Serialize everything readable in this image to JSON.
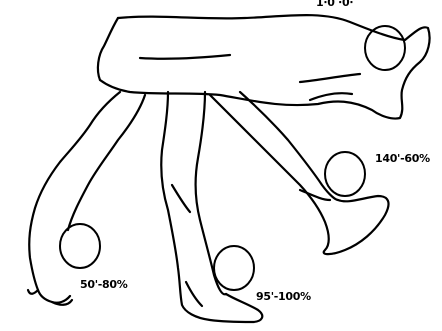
{
  "labels": {
    "top_partial": "1∙0 ∙0∙",
    "label_140": "140'-60%",
    "label_50": "50'-80%",
    "label_95": "95'-100%"
  },
  "colors": {
    "ink": "#000000",
    "paper": "#ffffff"
  }
}
